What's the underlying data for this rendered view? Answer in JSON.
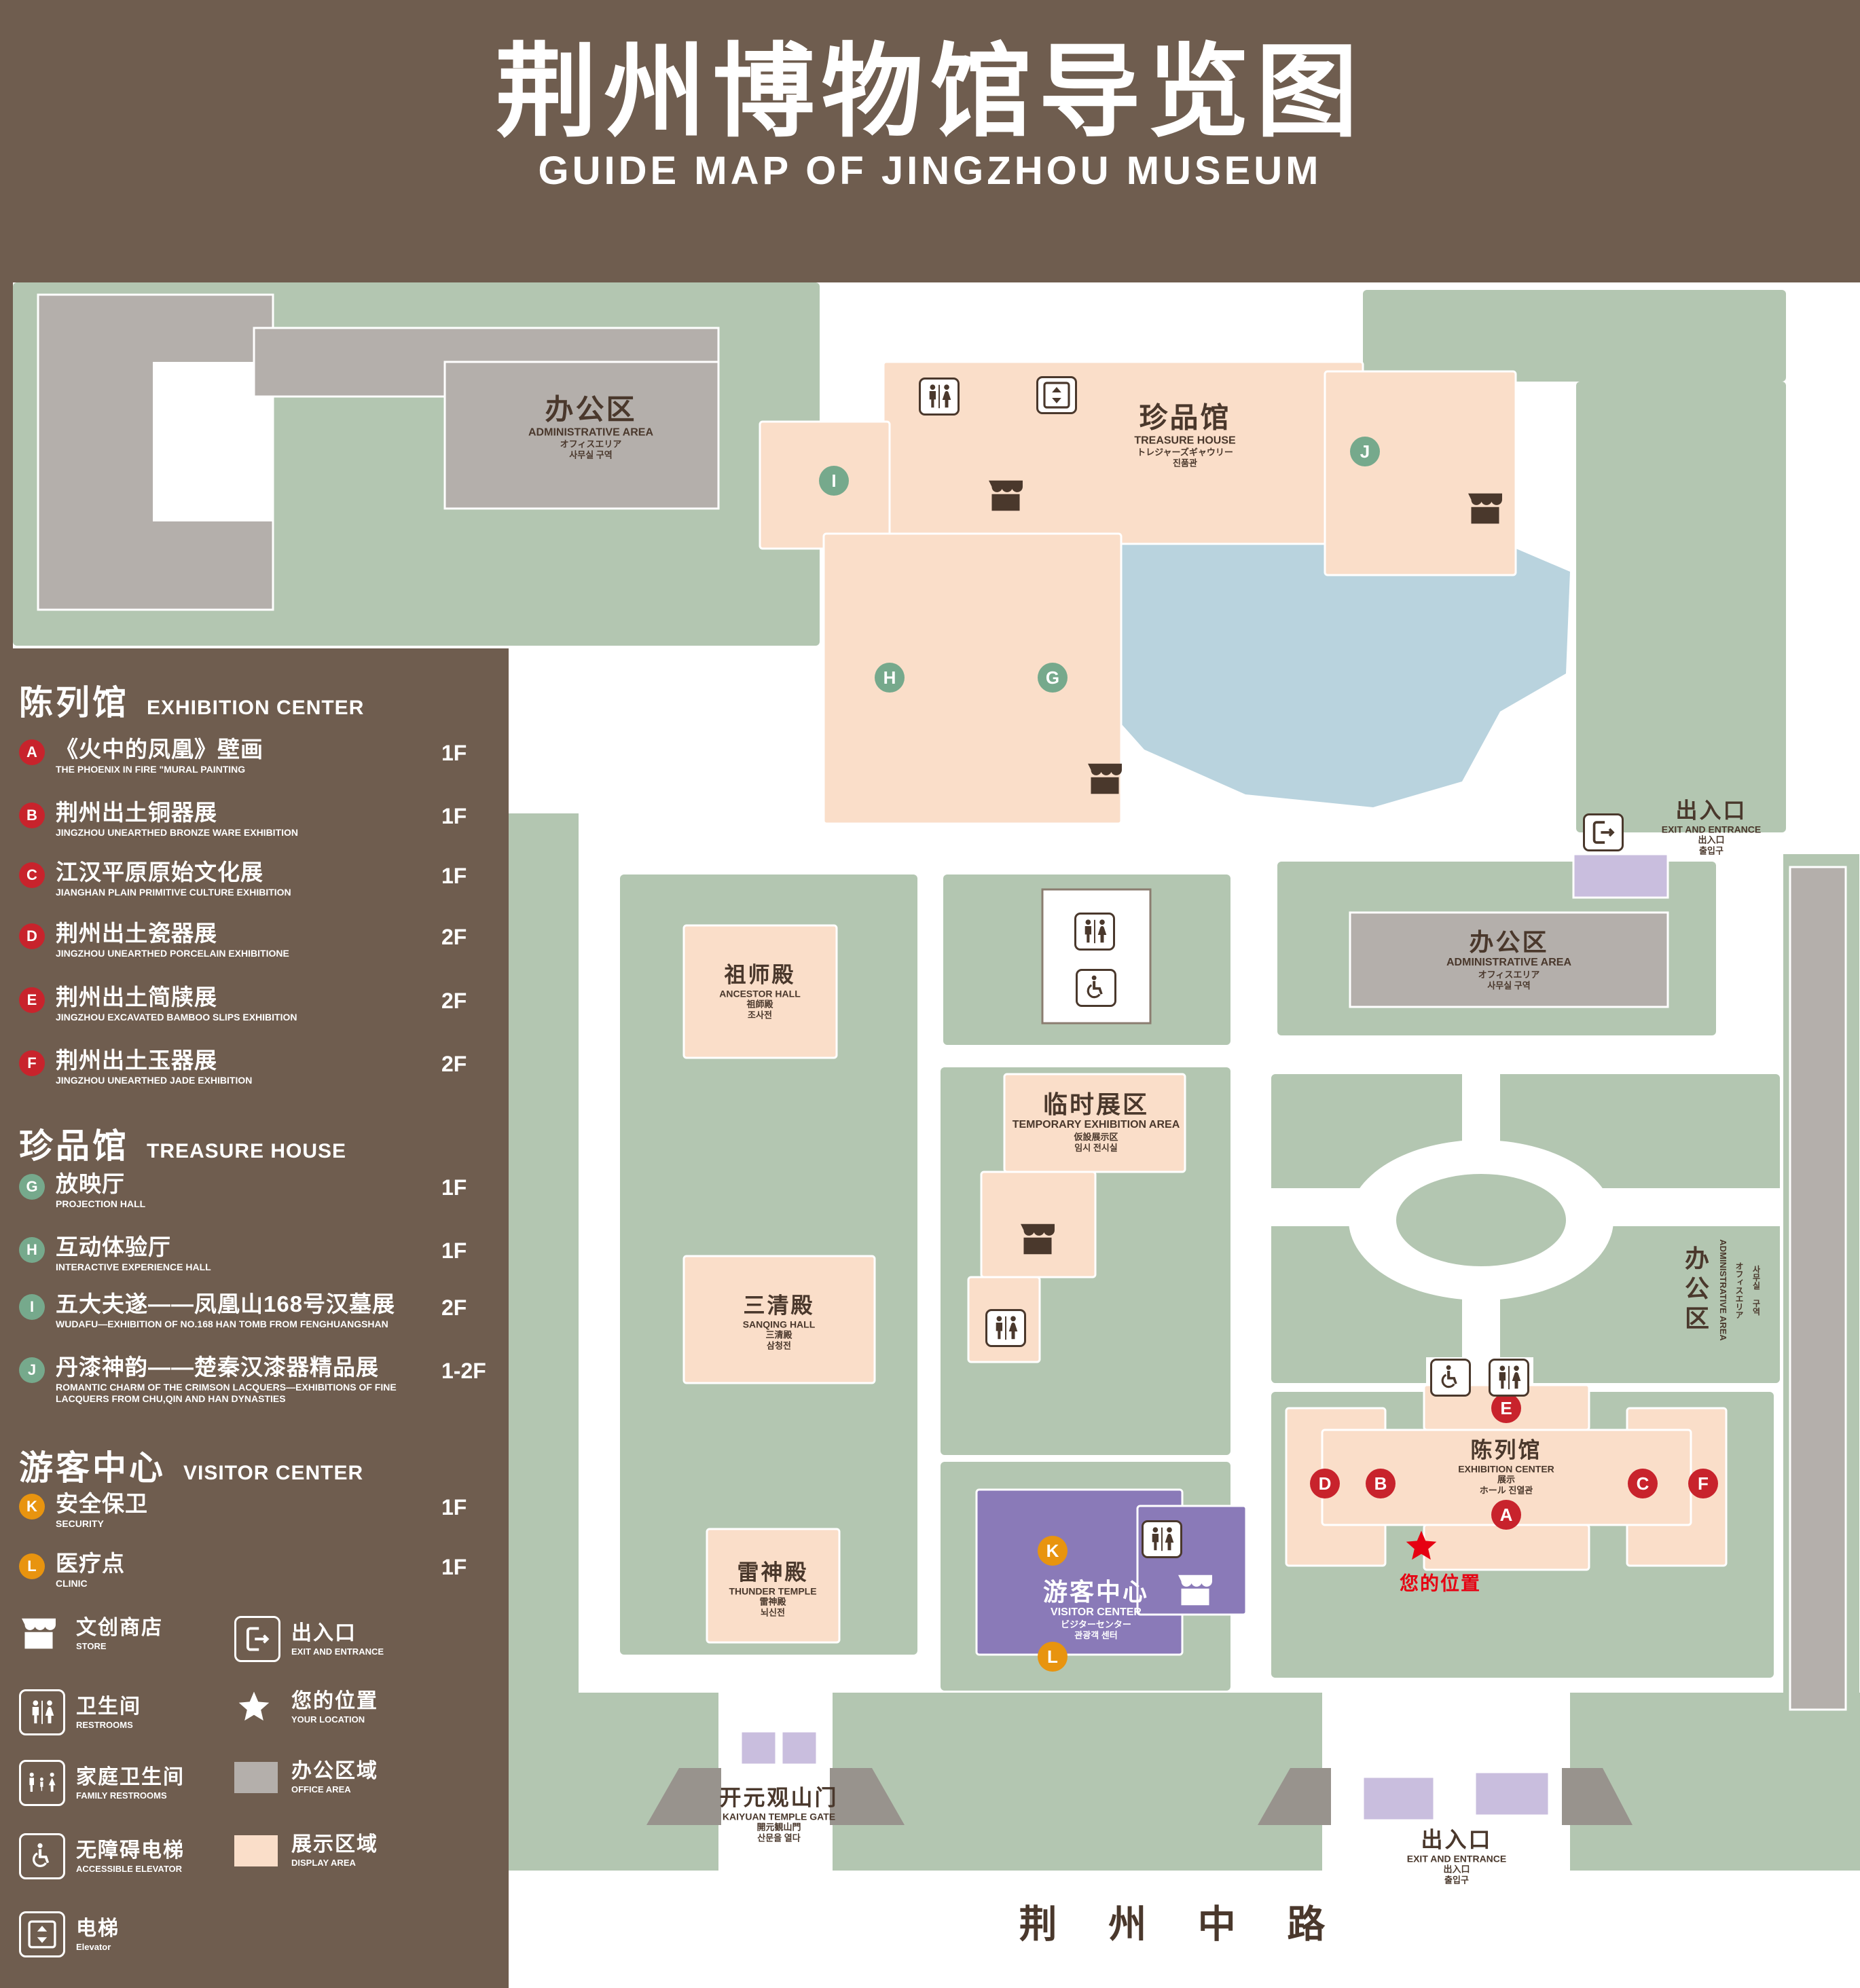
{
  "header": {
    "title_cn": "荆州博物馆导览图",
    "title_en": "GUIDE MAP OF JINGZHOU MUSEUM"
  },
  "colors": {
    "background": "#6f5d4f",
    "ground_green": "#b3c6b1",
    "display_pink": "#fadec9",
    "office_gray": "#b4afab",
    "lake_blue": "#b9d3de",
    "visitor_purple": "#8a7ab8",
    "entrance_lavender": "#c9bede",
    "marker_red": "#c8232c",
    "marker_green": "#76a98c",
    "marker_orange": "#e8940f",
    "location_red": "#e60012",
    "map_text": "#4a382c"
  },
  "sidebar": {
    "sections": [
      {
        "title_cn": "陈列馆",
        "title_en": "EXHIBITION CENTER",
        "items": [
          {
            "letter": "A",
            "cn": "《火中的凤凰》壁画",
            "en": "THE PHOENIX IN FIRE \"MURAL PAINTING",
            "floor": "1F"
          },
          {
            "letter": "B",
            "cn": "荆州出土铜器展",
            "en": "JINGZHOU UNEARTHED BRONZE WARE EXHIBITION",
            "floor": "1F"
          },
          {
            "letter": "C",
            "cn": "江汉平原原始文化展",
            "en": "JIANGHAN PLAIN PRIMITIVE CULTURE EXHIBITION",
            "floor": "1F"
          },
          {
            "letter": "D",
            "cn": "荆州出土瓷器展",
            "en": "JINGZHOU UNEARTHED PORCELAIN EXHIBITIONE",
            "floor": "2F"
          },
          {
            "letter": "E",
            "cn": "荆州出土简牍展",
            "en": "JINGZHOU EXCAVATED BAMBOO SLIPS EXHIBITION",
            "floor": "2F"
          },
          {
            "letter": "F",
            "cn": "荆州出土玉器展",
            "en": "JINGZHOU UNEARTHED JADE EXHIBITION",
            "floor": "2F"
          }
        ]
      },
      {
        "title_cn": "珍品馆",
        "title_en": "TREASURE HOUSE",
        "items": [
          {
            "letter": "G",
            "cn": "放映厅",
            "en": "PROJECTION HALL",
            "floor": "1F"
          },
          {
            "letter": "H",
            "cn": "互动体验厅",
            "en": "INTERACTIVE EXPERIENCE HALL",
            "floor": "1F"
          },
          {
            "letter": "I",
            "cn": "五大夫遂——凤凰山168号汉墓展",
            "en": "WUDAFU—EXHIBITION OF NO.168 HAN TOMB FROM FENGHUANGSHAN",
            "floor": "2F"
          },
          {
            "letter": "J",
            "cn": "丹漆神韵——楚秦汉漆器精品展",
            "en": "ROMANTIC CHARM OF THE CRIMSON LACQUERS—EXHIBITIONS OF FINE LACQUERS FROM CHU,QIN AND HAN DYNASTIES",
            "floor": "1-2F"
          }
        ]
      },
      {
        "title_cn": "游客中心",
        "title_en": "VISITOR CENTER",
        "items": [
          {
            "letter": "K",
            "cn": "安全保卫",
            "en": "SECURITY",
            "floor": "1F"
          },
          {
            "letter": "L",
            "cn": "医疗点",
            "en": "CLINIC",
            "floor": "1F"
          }
        ]
      }
    ],
    "legend": [
      {
        "icon": "store-icon",
        "cn": "文创商店",
        "en": "STORE"
      },
      {
        "icon": "exit-icon",
        "cn": "出入口",
        "en": "EXIT AND ENTRANCE"
      },
      {
        "icon": "restroom-icon",
        "cn": "卫生间",
        "en": "RESTROOMS"
      },
      {
        "icon": "location-star-icon",
        "cn": "您的位置",
        "en": "YOUR LOCATION"
      },
      {
        "icon": "family-restroom-icon",
        "cn": "家庭卫生间",
        "en": "FAMILY RESTROOMS"
      },
      {
        "icon": "office-area-swatch",
        "cn": "办公区域",
        "en": "OFFICE AREA"
      },
      {
        "icon": "accessible-elevator-icon",
        "cn": "无障碍电梯",
        "en": "ACCESSIBLE ELEVATOR"
      },
      {
        "icon": "display-area-swatch",
        "cn": "展示区域",
        "en": "DISPLAY AREA"
      },
      {
        "icon": "elevator-icon",
        "cn": "电梯",
        "en": "Elevator"
      }
    ]
  },
  "map": {
    "labels": {
      "treasure_house": {
        "cn": "珍品馆",
        "en": "TREASURE HOUSE",
        "jp": "トレジャーズギャウリー",
        "kr": "진품관"
      },
      "admin_area": {
        "cn": "办公区",
        "en": "ADMINISTRATIVE AREA",
        "jp": "オフィスエリア",
        "kr": "사무실 구역"
      },
      "ancestor_hall": {
        "cn": "祖师殿",
        "en": "ANCESTOR HALL",
        "jp": "祖師殿",
        "kr": "조사전"
      },
      "sanqing_hall": {
        "cn": "三清殿",
        "en": "SANQING HALL",
        "jp": "三清殿",
        "kr": "삼청전"
      },
      "thunder_temple": {
        "cn": "雷神殿",
        "en": "THUNDER TEMPLE",
        "jp": "雷神殿",
        "kr": "뇌신전"
      },
      "temporary_area": {
        "cn": "临时展区",
        "en": "TEMPORARY EXHIBITION AREA",
        "jp": "仮設展示区",
        "kr": "임시 전시실"
      },
      "visitor_center": {
        "cn": "游客中心",
        "en": "VISITOR CENTER",
        "jp": "ビジターセンター",
        "kr": "관광객 센터"
      },
      "exhibition_center": {
        "cn": "陈列馆",
        "en": "EXHIBITION CENTER",
        "jp": "展示",
        "kr": "ホール 진열관"
      },
      "exit": {
        "cn": "出入口",
        "en": "EXIT AND ENTRANCE",
        "jp": "出入口",
        "kr": "출입구"
      },
      "kaiyuan_gate": {
        "cn": "开元观山门",
        "en": "KAIYUAN TEMPLE GATE",
        "jp": "開元観山門",
        "kr": "산문을 열다"
      },
      "your_location": {
        "cn": "您的位置"
      },
      "road": {
        "cn": "荆 州 中 路"
      }
    },
    "markers": {
      "A": "A",
      "B": "B",
      "C": "C",
      "D": "D",
      "E": "E",
      "F": "F",
      "G": "G",
      "H": "H",
      "I": "I",
      "J": "J",
      "K": "K",
      "L": "L"
    }
  }
}
